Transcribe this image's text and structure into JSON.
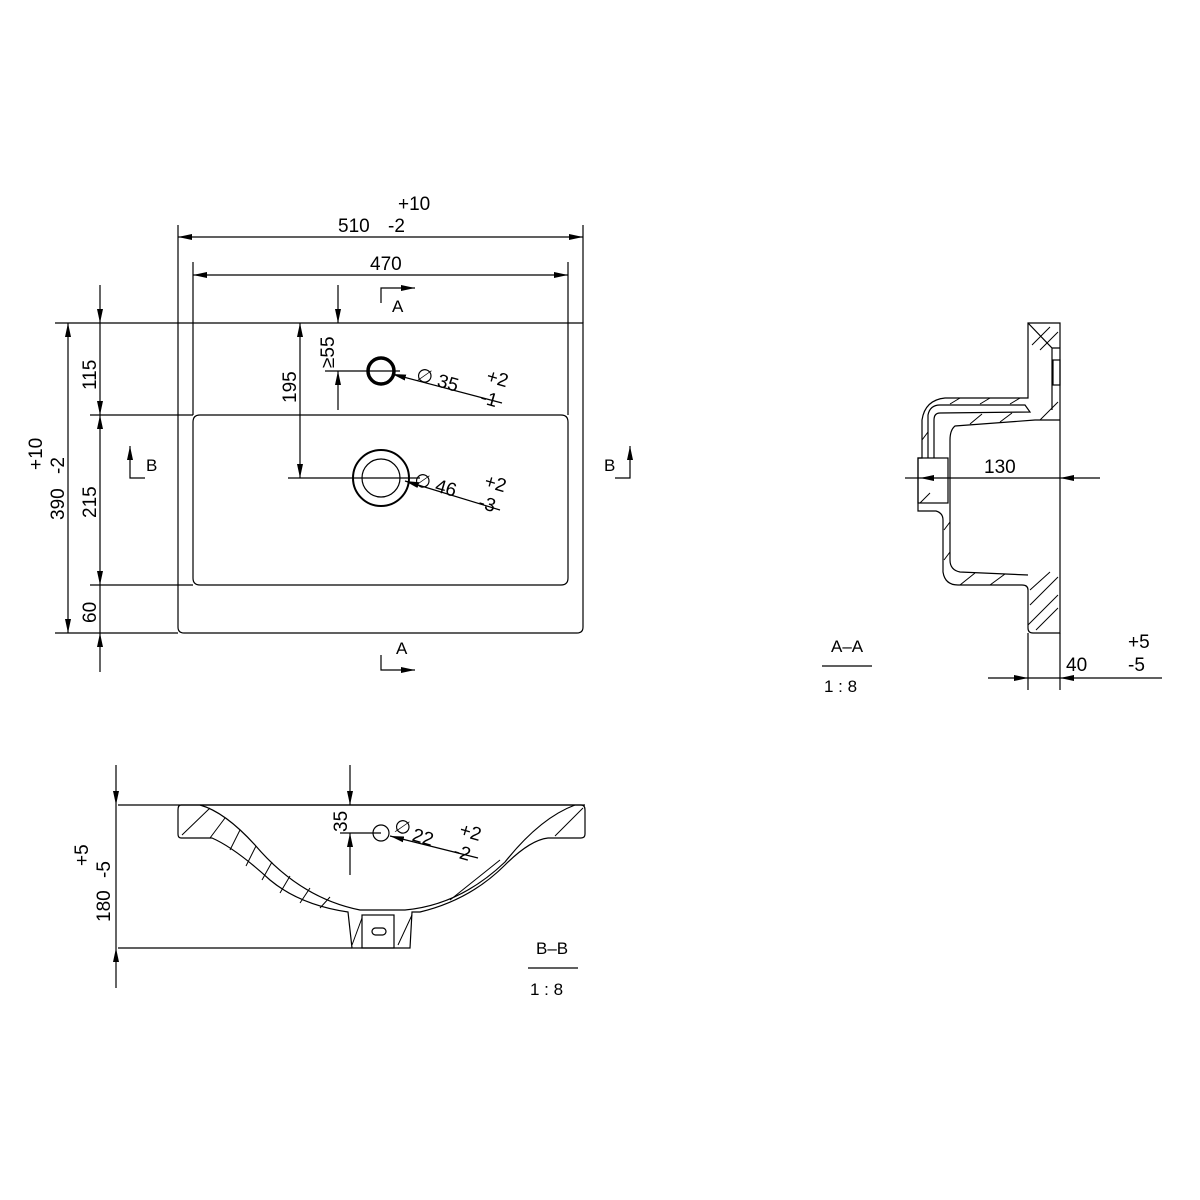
{
  "plan_view": {
    "width_outer": {
      "value": "510",
      "tol_plus": "+10",
      "tol_minus": "-2"
    },
    "width_inner": {
      "value": "470"
    },
    "depth_total": {
      "value": "390",
      "tol_plus": "+10",
      "tol_minus": "-2"
    },
    "depth_back": "115",
    "depth_basin": "215",
    "depth_front": "60",
    "tap_hole_offset": "195",
    "tap_hole_min": "≥55",
    "tap_hole": {
      "symbol": "∅",
      "dia": "35",
      "tol_plus": "+2",
      "tol_minus": "-1"
    },
    "drain_hole": {
      "symbol": "∅",
      "dia": "46",
      "tol_plus": "+2",
      "tol_minus": "-3"
    },
    "section_a_label": "A",
    "section_b_label": "B"
  },
  "section_aa": {
    "title": "A–A",
    "scale": "1 : 8",
    "depth_dim": "130",
    "rim_dim": {
      "value": "40",
      "tol_plus": "+5",
      "tol_minus": "-5"
    }
  },
  "section_bb": {
    "title": "B–B",
    "scale": "1 : 8",
    "height_dim": {
      "value": "180",
      "tol_plus": "+5",
      "tol_minus": "-5"
    },
    "overflow_offset": "35",
    "overflow_hole": {
      "symbol": "∅",
      "dia": "22",
      "tol_plus": "+2",
      "tol_minus": "-2"
    }
  }
}
